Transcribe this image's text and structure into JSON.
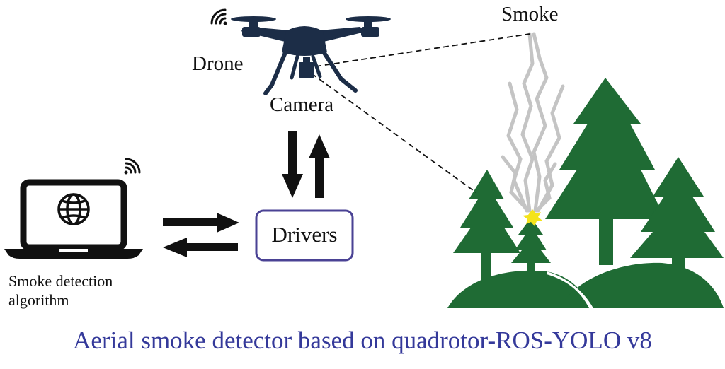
{
  "labels": {
    "drone": "Drone",
    "camera": "Camera",
    "smoke": "Smoke",
    "drivers": "Drivers",
    "algorithm_line1": "Smoke detection",
    "algorithm_line2": "algorithm",
    "caption": "Aerial smoke detector based on quadrotor-ROS-YOLO v8"
  },
  "colors": {
    "drone": "#1c2d47",
    "tree": "#1f6b34",
    "smoke_outline": "#c4c4c4",
    "fire": "#f4e31c",
    "drivers_border": "#4a4294",
    "caption": "#34399a",
    "ink": "#111111"
  },
  "icons": [
    "drone-icon",
    "wifi-icon",
    "laptop-icon",
    "globe-icon",
    "tree-icon",
    "smoke-icon",
    "fire-icon"
  ]
}
